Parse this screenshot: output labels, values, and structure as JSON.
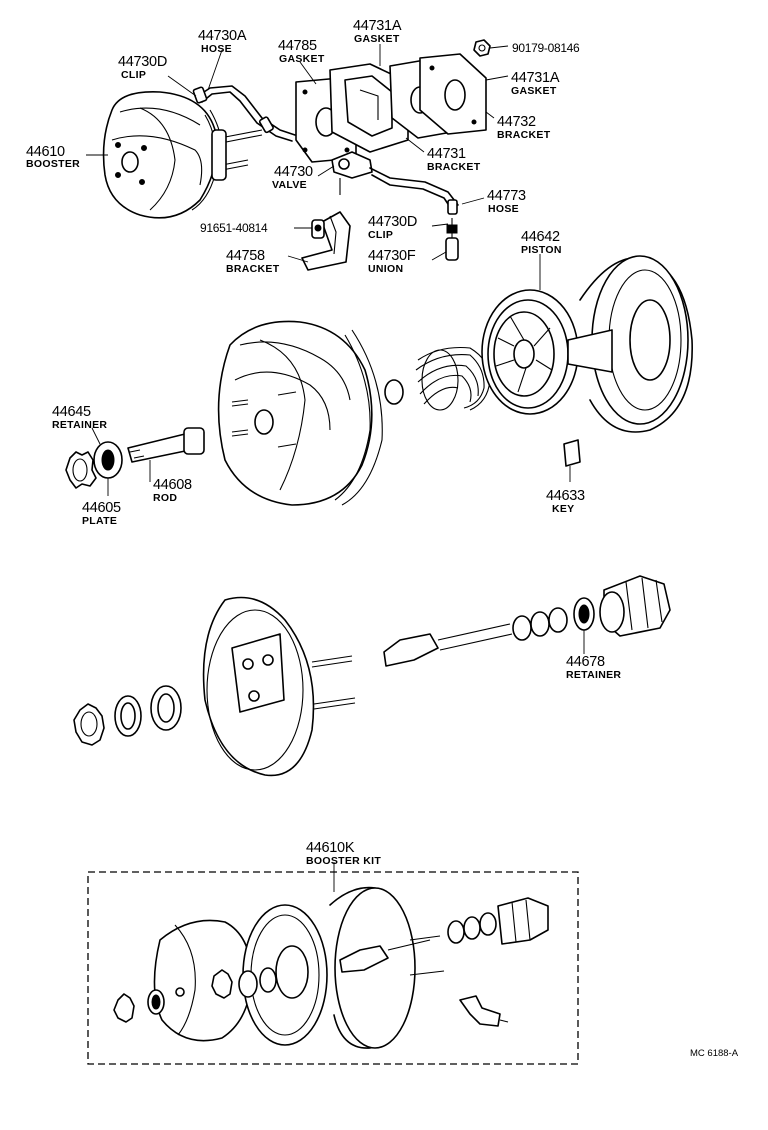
{
  "parts": {
    "p44730A": {
      "number": "44730A",
      "name": "HOSE"
    },
    "p44730D_top": {
      "number": "44730D",
      "name": "CLIP"
    },
    "p44785": {
      "number": "44785",
      "name": "GASKET"
    },
    "p44731A_top": {
      "number": "44731A",
      "name": "GASKET"
    },
    "p90179": {
      "number": "90179-08146"
    },
    "p44731A_right": {
      "number": "44731A",
      "name": "GASKET"
    },
    "p44732": {
      "number": "44732",
      "name": "BRACKET"
    },
    "p44610": {
      "number": "44610",
      "name": "BOOSTER"
    },
    "p44731": {
      "number": "44731",
      "name": "BRACKET"
    },
    "p44730": {
      "number": "44730",
      "name": "VALVE"
    },
    "p44773": {
      "number": "44773",
      "name": "HOSE"
    },
    "p91651": {
      "number": "91651-40814"
    },
    "p44730D_low": {
      "number": "44730D",
      "name": "CLIP"
    },
    "p44758": {
      "number": "44758",
      "name": "BRACKET"
    },
    "p44730F": {
      "number": "44730F",
      "name": "UNION"
    },
    "p44642": {
      "number": "44642",
      "name": "PISTON"
    },
    "p44645": {
      "number": "44645",
      "name": "RETAINER"
    },
    "p44608": {
      "number": "44608",
      "name": "ROD"
    },
    "p44605": {
      "number": "44605",
      "name": "PLATE"
    },
    "p44633": {
      "number": "44633",
      "name": "KEY"
    },
    "p44678": {
      "number": "44678",
      "name": "RETAINER"
    },
    "p44610K": {
      "number": "44610K",
      "name": "BOOSTER KIT"
    }
  },
  "diagram_code": "MC 6188-A"
}
